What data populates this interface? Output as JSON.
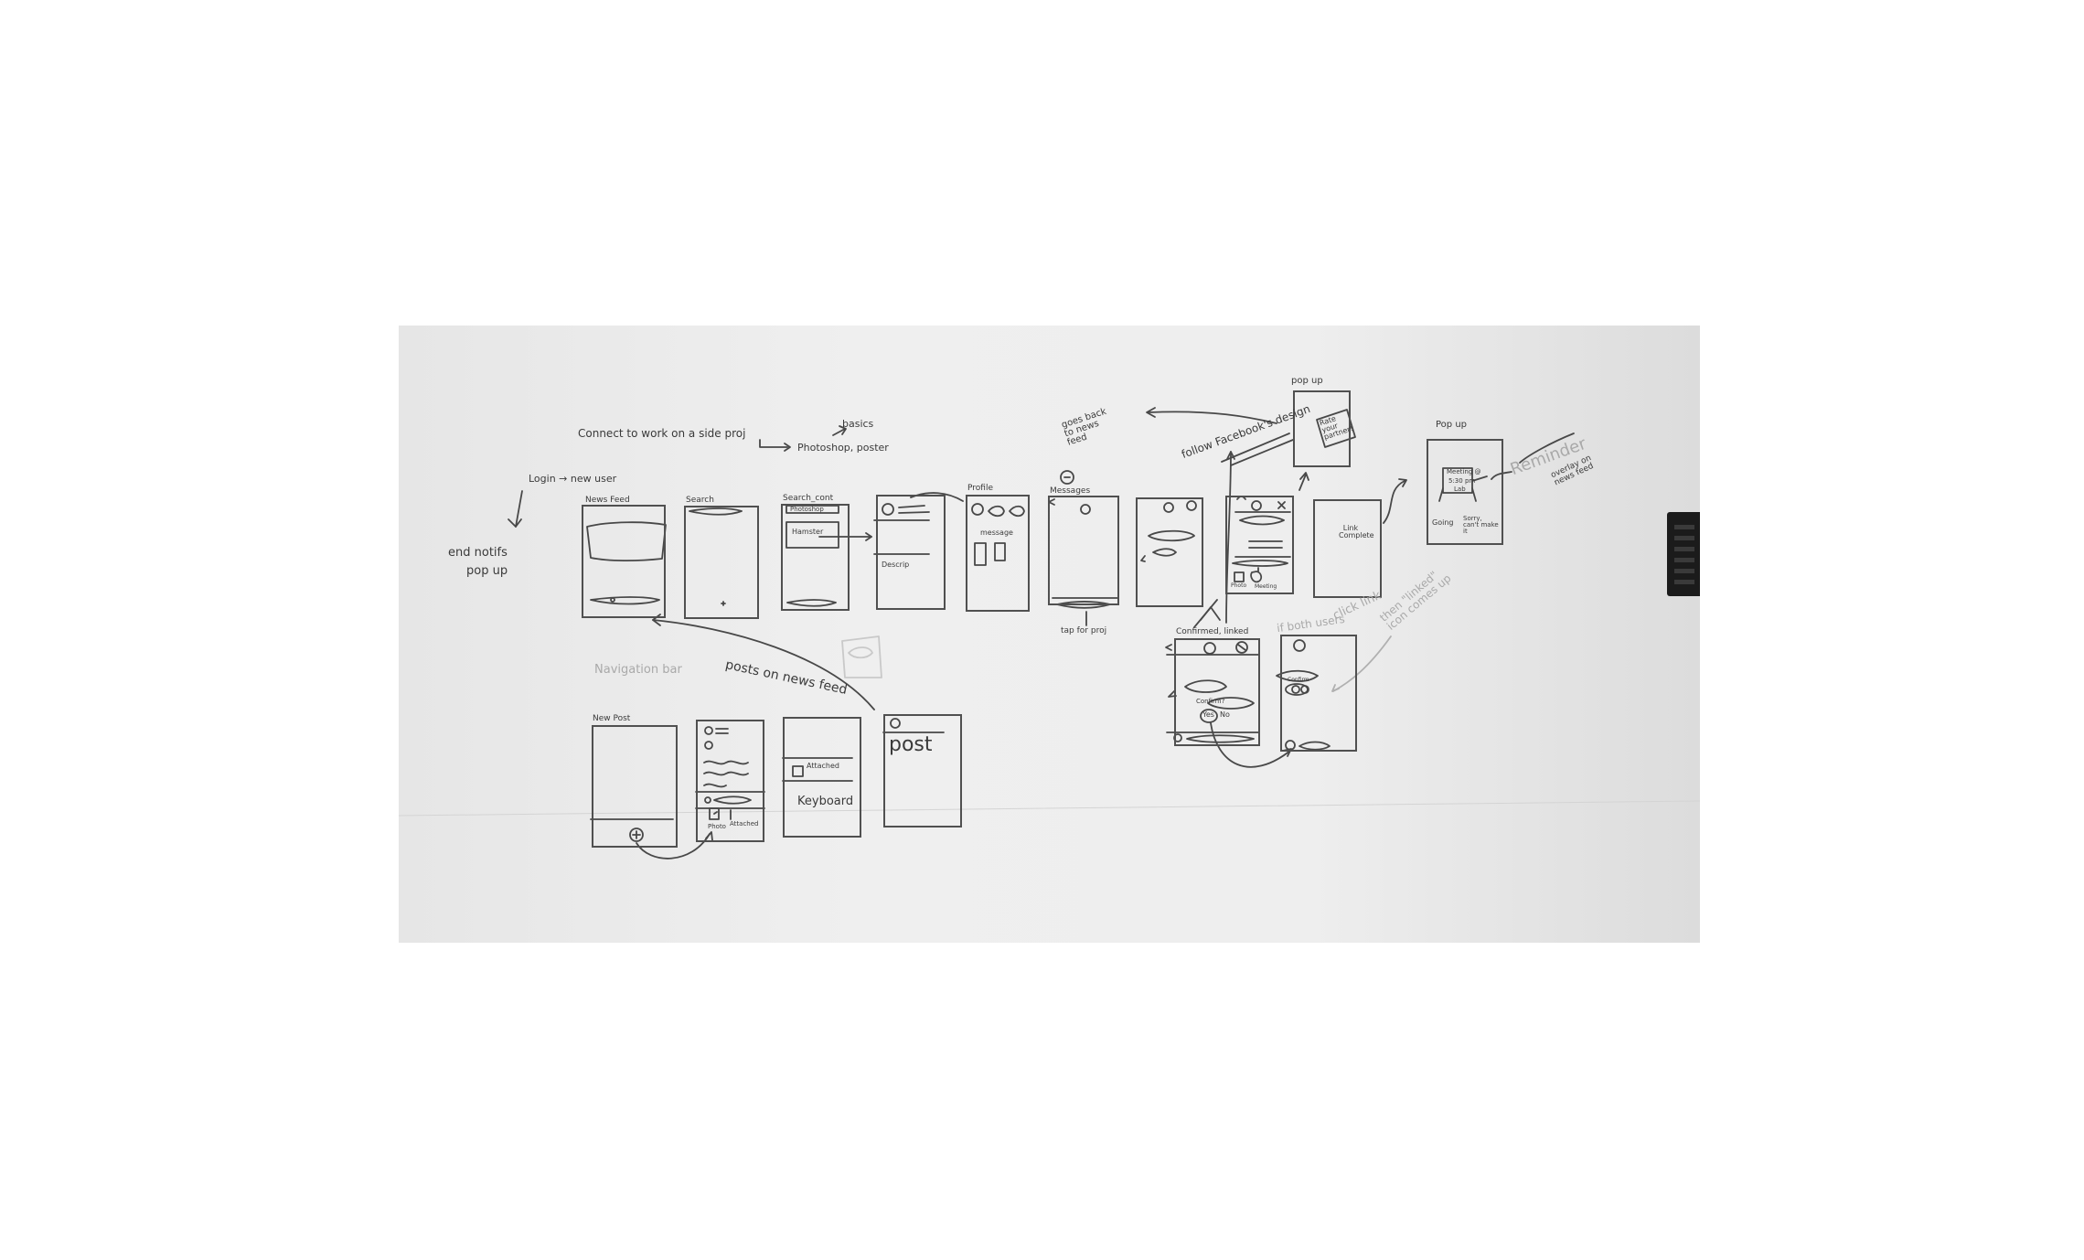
{
  "notes": {
    "connect": "Connect to work on a side proj",
    "basics": "basics",
    "photoshop": "Photoshop, poster",
    "login_new_user": "Login → new user",
    "end_notifs": "end notifs",
    "pop_up_left": "pop up",
    "goes_back": "goes back to news feed",
    "follow_facebook": "follow Facebook's design",
    "pop_up_top": "pop up",
    "rate_partner": "Rate your partner!",
    "pop_up_right": "Pop up",
    "reminder": "Reminder",
    "overlay": "overlay on news feed",
    "navigation_bar": "Navigation bar",
    "posts_on_news_feed": "posts on news feed",
    "tap_for_proj": "tap for proj",
    "if_both_users": "if both users",
    "click_link": "click link",
    "then_linked": "then \"linked\" icon comes up",
    "arrow_label": "→"
  },
  "screens": {
    "news_feed": {
      "title": "News Feed"
    },
    "search": {
      "title": "Search"
    },
    "search_cont": {
      "title": "Search_cont",
      "tag": "Photoshop",
      "result": "Hamster"
    },
    "description": {
      "body": "Descrip"
    },
    "profile": {
      "title": "Profile",
      "body": "message"
    },
    "messages": {
      "title": "Messages"
    },
    "chat": {},
    "linked": {
      "caption_left": "Photo",
      "caption_right": "Meeting"
    },
    "complete": {
      "body": "Link Complete"
    },
    "reminder_popup": {
      "lines": [
        "Meeting @",
        "5:30 pm",
        "Lab"
      ],
      "going": "Going",
      "sorry": "Sorry, can't make it"
    },
    "rate_popup": {},
    "confirmed": {
      "title": "Confirmed, linked",
      "question": "Confirm?",
      "yes": "Yes",
      "no": "No"
    },
    "confirm2": {
      "label": "Confirm"
    },
    "new_post": {
      "title": "New Post"
    },
    "compose": {
      "photo": "Photo",
      "attached": "Attached"
    },
    "attached": {
      "label": "Attached",
      "keyboard": "Keyboard"
    },
    "post": {
      "label": "post"
    }
  }
}
